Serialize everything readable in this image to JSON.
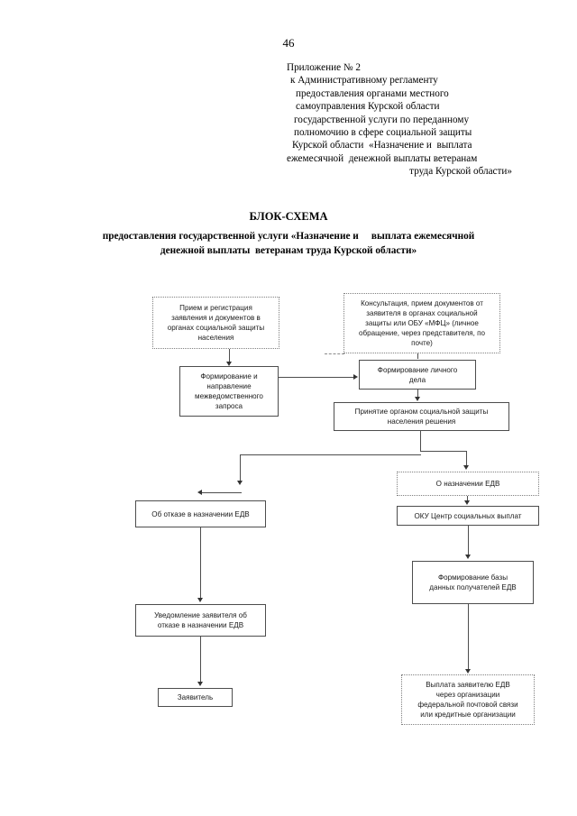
{
  "page": {
    "number": "46"
  },
  "appendix": {
    "lines": [
      "Приложение № 2",
      "к Административному регламенту",
      "предоставления органами местного",
      "самоуправления Курской области",
      "государственной услуги по переданному",
      "полномочию в сфере социальной защиты",
      "Курской области  «Назначение и  выплата",
      "ежемесячной  денежной выплаты ветеранам",
      "труда Курской области»"
    ]
  },
  "title": {
    "heading": "БЛОК-СХЕМА",
    "subtitle_lines": [
      "предоставления государственной услуги «Назначение и     выплата ежемесячной",
      "денежной выплаты  ветеранам труда Курской области»"
    ]
  },
  "flowchart": {
    "type": "flowchart",
    "nodes": [
      {
        "id": "intake-left",
        "label": "Прием и регистрация\nзаявления и  документов  в\nорганах социальной защиты\nнаселения",
        "border": "dotted"
      },
      {
        "id": "consultation-right",
        "label": "Консультация, прием документов от\nзаявителя в органах социальной\nзащиты или ОБУ «МФЦ» (личное\nобращение, через представителя, по\nпочте)",
        "border": "dotted"
      },
      {
        "id": "interagency-request",
        "label": "Формирование и\nнаправление\nмежведомственного\nзапроса",
        "border": "solid"
      },
      {
        "id": "personal-file",
        "label": "Формирование личного\nдела",
        "border": "solid"
      },
      {
        "id": "decision",
        "label": "Принятие органом социальной защиты\nнаселения решения",
        "border": "solid"
      },
      {
        "id": "grant-edv",
        "label": "О назначении ЕДВ",
        "border": "dotted"
      },
      {
        "id": "oku-center",
        "label": "ОКУ Центр социальных выплат",
        "border": "solid"
      },
      {
        "id": "refusal-edv",
        "label": "Об отказе в назначении ЕДВ",
        "border": "solid"
      },
      {
        "id": "database-recipients",
        "label": "Формирование базы\nданных получателей ЕДВ",
        "border": "solid"
      },
      {
        "id": "refusal-notice",
        "label": "Уведомление заявителя об\nотказе в назначении ЕДВ",
        "border": "solid"
      },
      {
        "id": "payment",
        "label": "Выплата заявителю ЕДВ\nчерез организации\nфедеральной почтовой связи\nили кредитные организации",
        "border": "dotted"
      },
      {
        "id": "applicant",
        "label": "Заявитель",
        "border": "solid"
      }
    ],
    "edges": [
      {
        "from": "intake-left",
        "to": "interagency-request"
      },
      {
        "from": "consultation-right",
        "to": "personal-file"
      },
      {
        "from": "interagency-request",
        "to": "personal-file"
      },
      {
        "from": "personal-file",
        "to": "decision"
      },
      {
        "from": "decision",
        "to": "grant-edv"
      },
      {
        "from": "decision",
        "to": "refusal-edv"
      },
      {
        "from": "grant-edv",
        "to": "oku-center"
      },
      {
        "from": "oku-center",
        "to": "database-recipients"
      },
      {
        "from": "database-recipients",
        "to": "payment"
      },
      {
        "from": "refusal-edv",
        "to": "refusal-notice"
      },
      {
        "from": "refusal-notice",
        "to": "applicant"
      }
    ]
  },
  "colors": {
    "paper": "#ffffff",
    "ink": "#000000",
    "box_border": "#4d4d4d",
    "dotted_border": "#808080",
    "node_text": "#1a1a1a"
  }
}
